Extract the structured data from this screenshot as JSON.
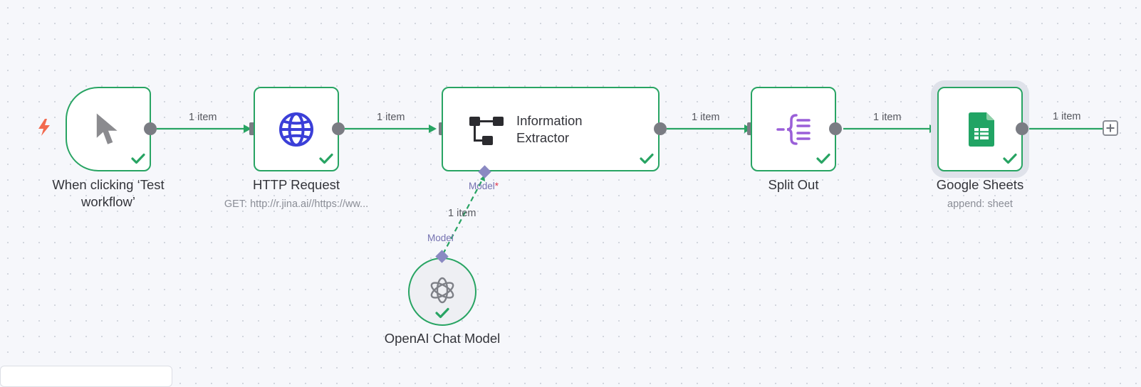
{
  "workflow": {
    "nodes": {
      "manual_trigger": {
        "label": "When clicking ‘Test workflow’",
        "icon": "cursor-arrow-icon",
        "status": "success"
      },
      "http_request": {
        "label": "HTTP Request",
        "subtitle": "GET: http://r.jina.ai//https://ww...",
        "icon": "globe-icon",
        "status": "success"
      },
      "information_extractor": {
        "label": "Information Extractor",
        "icon": "tree-structure-icon",
        "status": "success"
      },
      "split_out": {
        "label": "Split Out",
        "icon": "split-brace-icon",
        "status": "success"
      },
      "google_sheets": {
        "label": "Google Sheets",
        "subtitle": "append: sheet",
        "icon": "google-sheets-icon",
        "status": "success"
      },
      "openai_chat_model": {
        "label": "OpenAI Chat Model",
        "icon": "openai-icon",
        "status": "success"
      }
    },
    "connections": {
      "trigger_to_http": "1 item",
      "http_to_extractor": "1 item",
      "extractor_to_split": "1 item",
      "split_to_sheets": "1 item",
      "sheets_output": "1 item",
      "model_to_extractor": "1 item"
    },
    "ports": {
      "extractor_model_input": "Model",
      "extractor_model_required": "*",
      "openai_model_output": "Model"
    }
  },
  "colors": {
    "success": "#28a463",
    "handle": "#7a7c83",
    "ai_port": "#8a89c2",
    "http_icon": "#3b3fd8",
    "split_icon": "#9a5fd8",
    "sheets_icon": "#21a464",
    "trigger_bolt": "#f26a4f"
  }
}
